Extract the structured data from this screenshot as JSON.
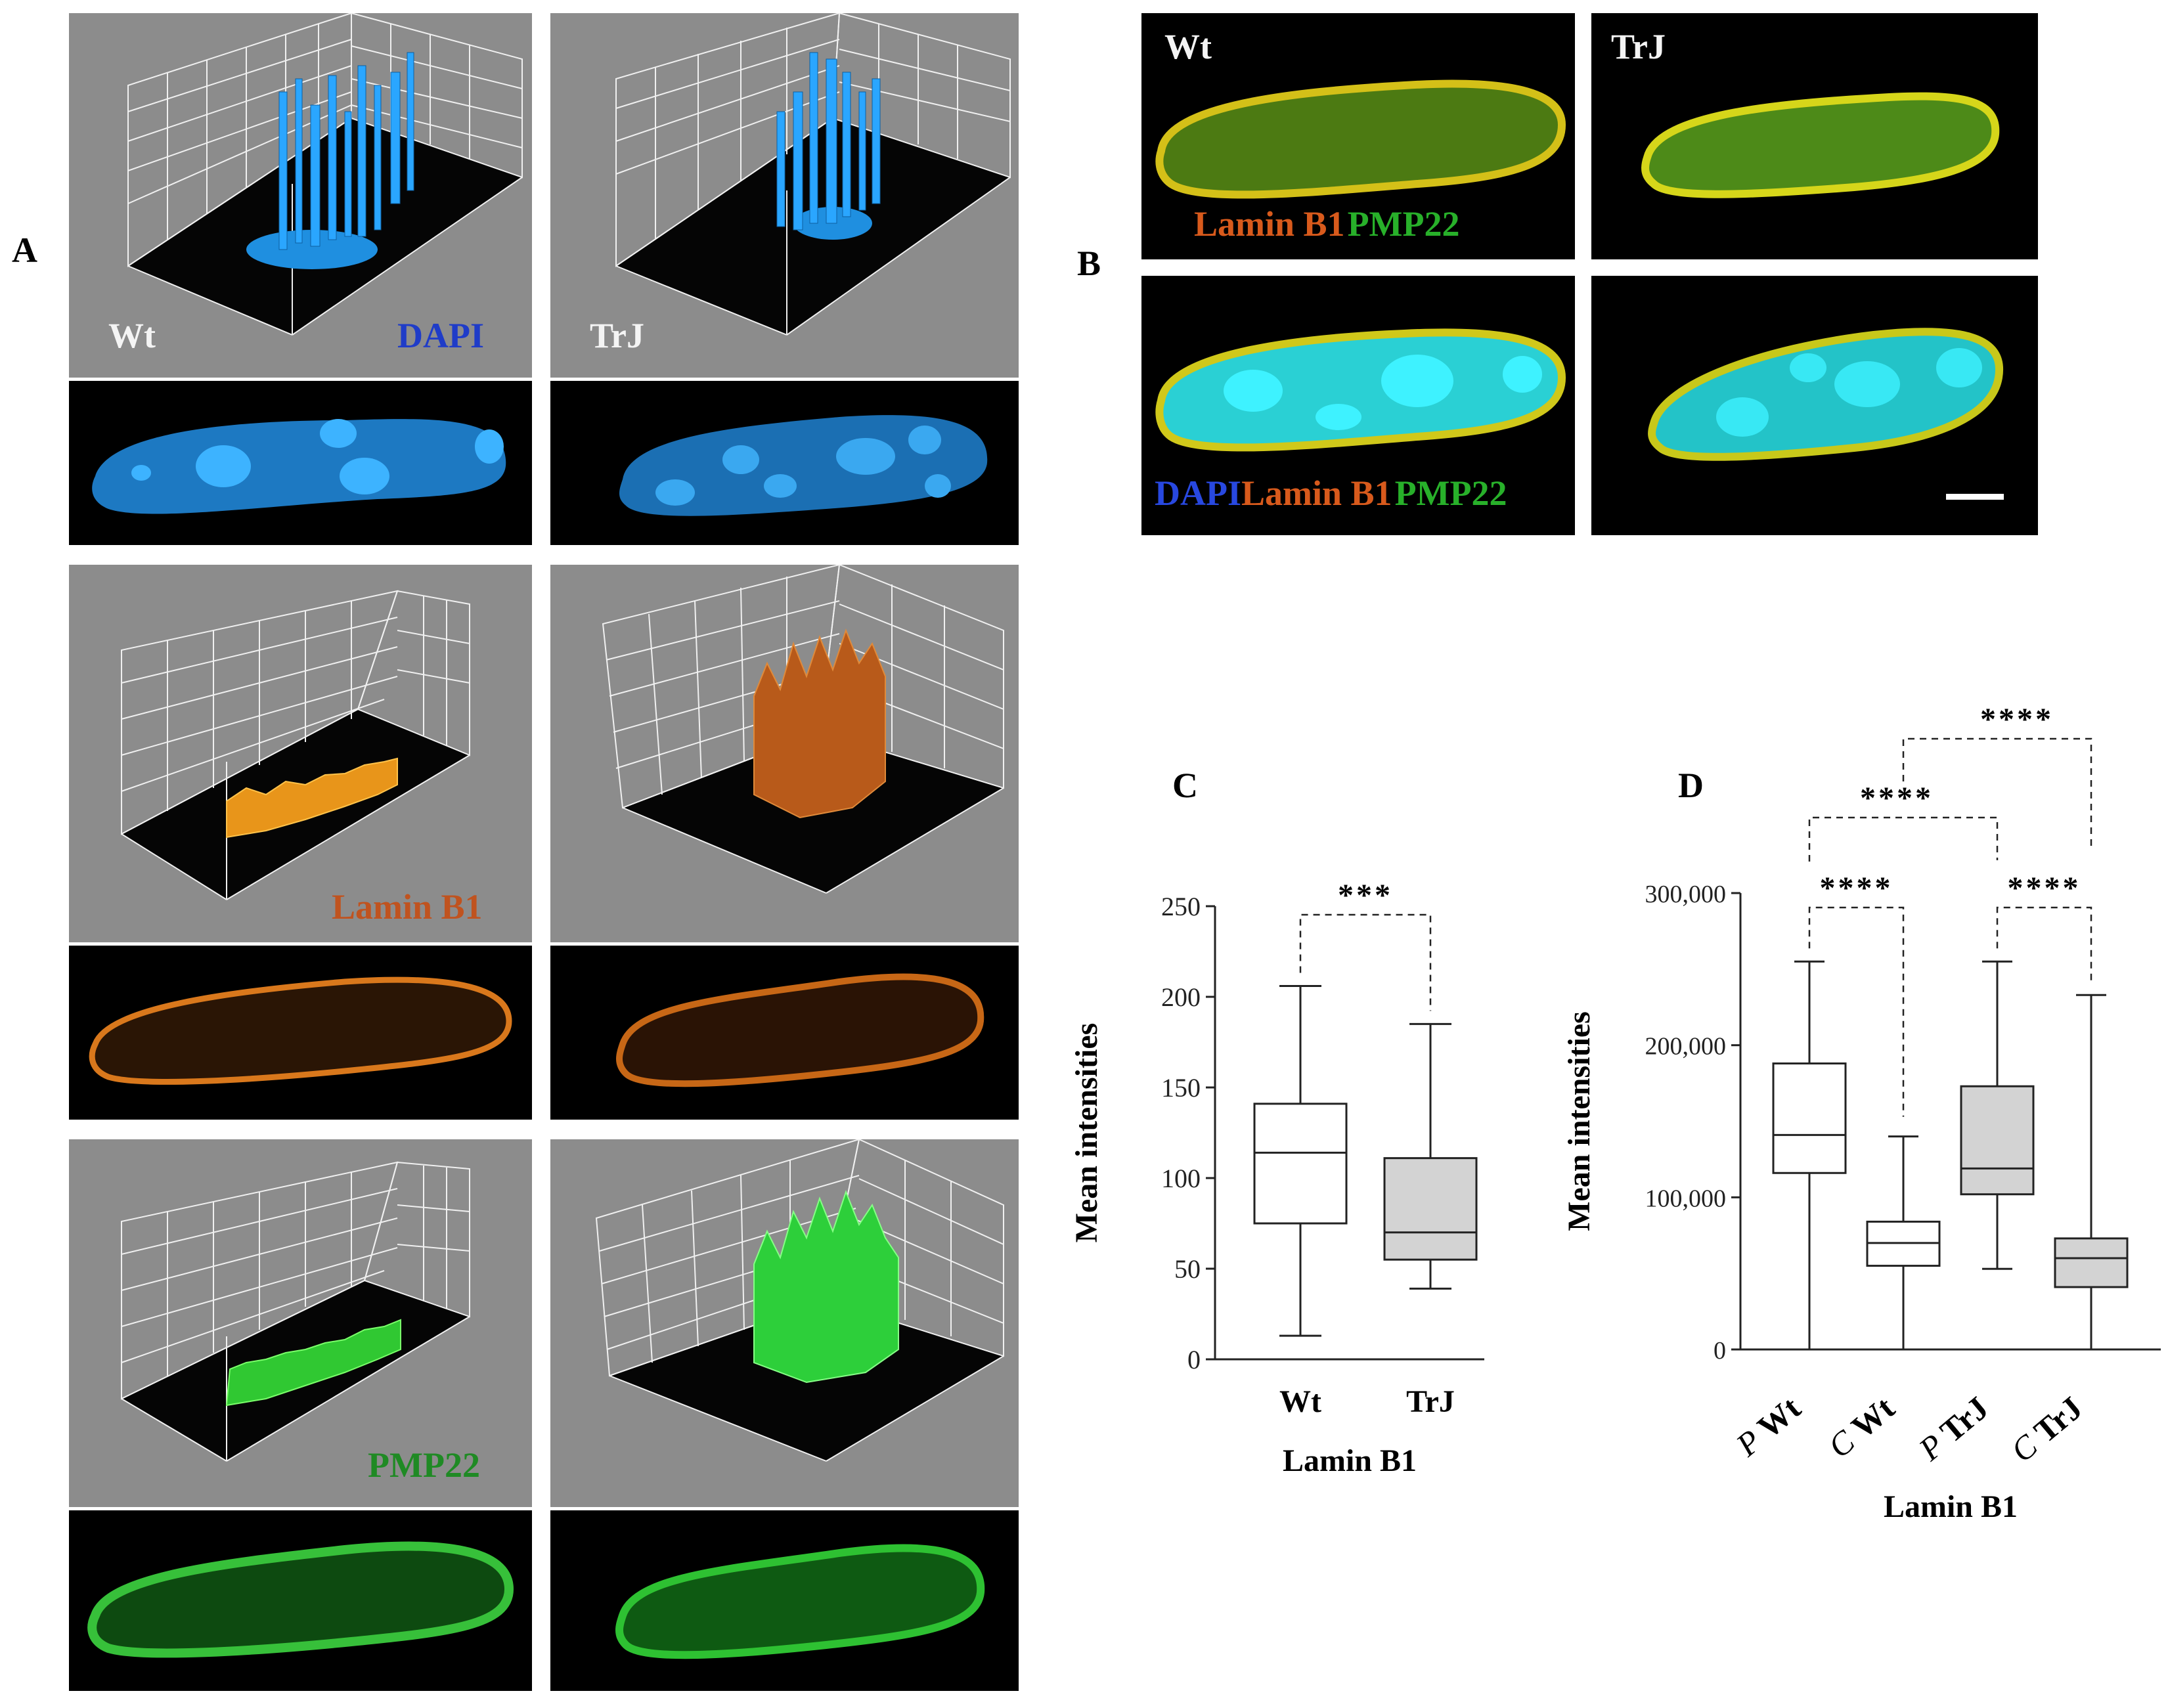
{
  "panels": {
    "a": {
      "letter": "A",
      "dapi": {
        "wt_label": "Wt",
        "trj_label": "TrJ",
        "channel": "DAPI"
      },
      "lamin": {
        "channel": "Lamin B1"
      },
      "pmp": {
        "channel": "PMP22"
      }
    },
    "b": {
      "letter": "B",
      "wt_label": "Wt",
      "trj_label": "TrJ",
      "top_caption": {
        "lamin": "Lamin B1",
        "pmp": "PMP22"
      },
      "bottom_caption": {
        "dapi": "DAPI",
        "lamin": "Lamin B1",
        "pmp": "PMP22"
      }
    },
    "c": {
      "letter": "C"
    },
    "d": {
      "letter": "D"
    }
  },
  "colors": {
    "dapi": "#1f3cc8",
    "lamin": "#c0531f",
    "pmp": "#1f8a24",
    "gray_bg": "#8c8c8c",
    "box_fill_gray": "#d3d3d3"
  },
  "chart_data": [
    {
      "type": "box",
      "panel": "C",
      "xlabel": "Lamin B1",
      "ylabel": "Mean intensities",
      "ylim": [
        0,
        250
      ],
      "yticks": [
        "0",
        "50",
        "100",
        "150",
        "200",
        "250"
      ],
      "categories": [
        "Wt",
        "TrJ"
      ],
      "boxes": [
        {
          "label": "Wt",
          "min": 13,
          "q1": 75,
          "median": 114,
          "q3": 141,
          "max": 206,
          "fill": "#ffffff"
        },
        {
          "label": "TrJ",
          "min": 39,
          "q1": 55,
          "median": 70,
          "q3": 111,
          "max": 185,
          "fill": "#d3d3d3"
        }
      ],
      "significance": [
        {
          "from": 0,
          "to": 1,
          "label": "***",
          "style": "dashed"
        }
      ]
    },
    {
      "type": "box",
      "panel": "D",
      "xlabel": "Lamin B1",
      "ylabel": "Mean intensities",
      "ylim": [
        0,
        300000
      ],
      "yticks": [
        "0",
        "100,000",
        "200,000",
        "300,000"
      ],
      "categories": [
        {
          "prefix": "P",
          "name": "Wt"
        },
        {
          "prefix": "C",
          "name": "Wt"
        },
        {
          "prefix": "P",
          "name": "TrJ"
        },
        {
          "prefix": "C",
          "name": "TrJ"
        }
      ],
      "boxes": [
        {
          "label": "P Wt",
          "min": 0,
          "q1": 116000,
          "median": 141000,
          "q3": 188000,
          "max": 255000,
          "fill": "#ffffff"
        },
        {
          "label": "C Wt",
          "min": 0,
          "q1": 55000,
          "median": 70000,
          "q3": 84000,
          "max": 140000,
          "fill": "#ffffff"
        },
        {
          "label": "P TrJ",
          "min": 53000,
          "q1": 102000,
          "median": 119000,
          "q3": 173000,
          "max": 255000,
          "fill": "#d3d3d3"
        },
        {
          "label": "C TrJ",
          "min": 0,
          "q1": 41000,
          "median": 60000,
          "q3": 73000,
          "max": 233000,
          "fill": "#d3d3d3"
        }
      ],
      "significance": [
        {
          "from": 0,
          "to": 1,
          "label": "****",
          "style": "dashed"
        },
        {
          "from": 2,
          "to": 3,
          "label": "****",
          "style": "dashed"
        },
        {
          "from": 0,
          "to": 2,
          "label": "****",
          "style": "dashed"
        },
        {
          "from": 1,
          "to": 3,
          "label": "****",
          "style": "dashed"
        }
      ]
    }
  ]
}
